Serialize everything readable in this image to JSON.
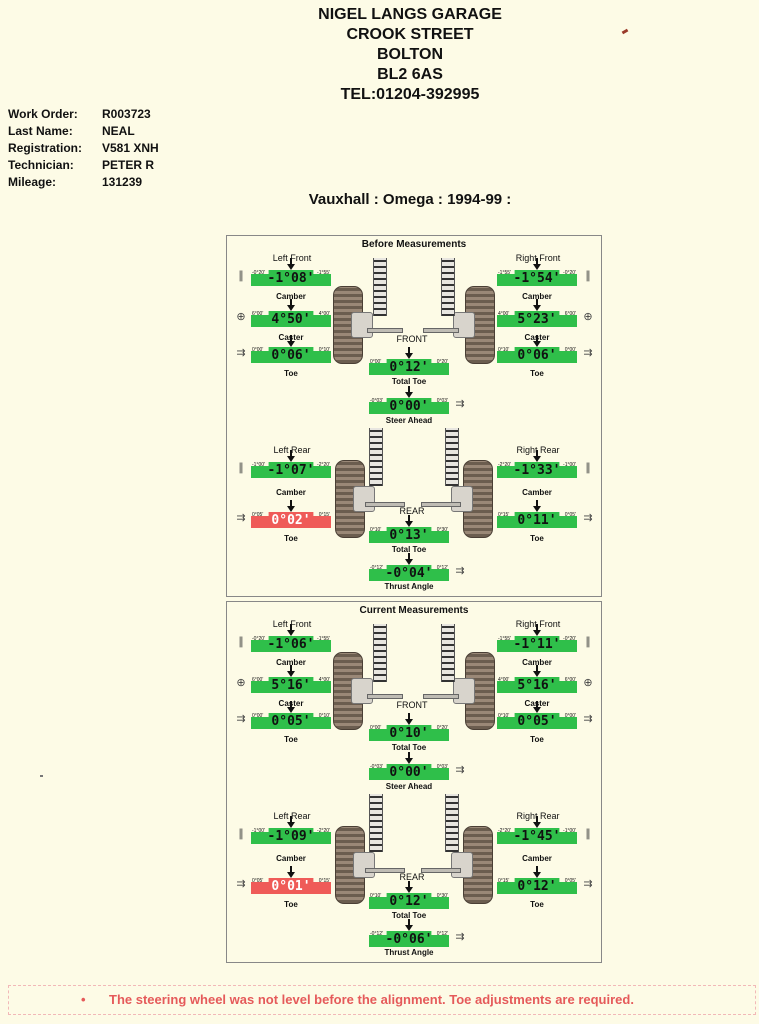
{
  "header": {
    "lines": [
      "NIGEL LANGS GARAGE",
      "CROOK STREET",
      "BOLTON",
      "BL2 6AS",
      "TEL:01204-392995"
    ]
  },
  "work_order": [
    {
      "label": "Work Order:",
      "value": "R003723"
    },
    {
      "label": "Last Name:",
      "value": "NEAL"
    },
    {
      "label": "Registration:",
      "value": "V581 XNH"
    },
    {
      "label": "Technician:",
      "value": "PETER R"
    },
    {
      "label": "Mileage:",
      "value": "131239"
    }
  ],
  "vehicle": "Vauxhall : Omega : 1994-99 :",
  "panels": [
    {
      "title": "Before Measurements",
      "labels": {
        "left_front": "Left Front",
        "right_front": "Right Front",
        "left_rear": "Left Rear",
        "right_rear": "Right Rear",
        "front": "FRONT",
        "rear": "REAR"
      },
      "lf_camber": {
        "value": "-1°08'",
        "min": "-0°20'",
        "max": "-1°55'",
        "caption": "Camber",
        "status": "ok"
      },
      "lf_caster": {
        "value": "4°50'",
        "min": "6°00'",
        "max": "4°00'",
        "caption": "Caster",
        "status": "ok"
      },
      "lf_toe": {
        "value": "0°06'",
        "min": "0°00'",
        "max": "0°10'",
        "caption": "Toe",
        "status": "ok"
      },
      "rf_camber": {
        "value": "-1°54'",
        "min": "-1°55'",
        "max": "-0°20'",
        "caption": "Camber",
        "status": "ok"
      },
      "rf_caster": {
        "value": "5°23'",
        "min": "4°00'",
        "max": "6°00'",
        "caption": "Caster",
        "status": "ok"
      },
      "rf_toe": {
        "value": "0°06'",
        "min": "0°10'",
        "max": "0°00'",
        "caption": "Toe",
        "status": "ok"
      },
      "total_toe_front": {
        "value": "0°12'",
        "min": "0°00'",
        "max": "0°20'",
        "caption": "Total Toe",
        "status": "ok"
      },
      "steer_ahead": {
        "value": "0°00'",
        "min": "-0°03'",
        "max": "0°03'",
        "caption": "Steer Ahead",
        "status": "ok"
      },
      "lr_camber": {
        "value": "-1°07'",
        "min": "-1°00'",
        "max": "-2°20'",
        "caption": "Camber",
        "status": "ok"
      },
      "lr_toe": {
        "value": "0°02'",
        "min": "0°05'",
        "max": "0°15'",
        "caption": "Toe",
        "status": "out"
      },
      "rr_camber": {
        "value": "-1°33'",
        "min": "-2°20'",
        "max": "-1°00'",
        "caption": "Camber",
        "status": "ok"
      },
      "rr_toe": {
        "value": "0°11'",
        "min": "0°15'",
        "max": "0°05'",
        "caption": "Toe",
        "status": "ok"
      },
      "total_toe_rear": {
        "value": "0°13'",
        "min": "0°10'",
        "max": "0°30'",
        "caption": "Total Toe",
        "status": "ok"
      },
      "thrust_angle": {
        "value": "-0°04'",
        "min": "-0°12'",
        "max": "0°12'",
        "caption": "Thrust Angle",
        "status": "ok"
      }
    },
    {
      "title": "Current Measurements",
      "labels": {
        "left_front": "Left Front",
        "right_front": "Right Front",
        "left_rear": "Left Rear",
        "right_rear": "Right Rear",
        "front": "FRONT",
        "rear": "REAR"
      },
      "lf_camber": {
        "value": "-1°06'",
        "min": "-0°20'",
        "max": "-1°55'",
        "caption": "Camber",
        "status": "ok"
      },
      "lf_caster": {
        "value": "5°16'",
        "min": "6°00'",
        "max": "4°00'",
        "caption": "Caster",
        "status": "ok"
      },
      "lf_toe": {
        "value": "0°05'",
        "min": "0°00'",
        "max": "0°10'",
        "caption": "Toe",
        "status": "ok"
      },
      "rf_camber": {
        "value": "-1°11'",
        "min": "-1°55'",
        "max": "-0°20'",
        "caption": "Camber",
        "status": "ok"
      },
      "rf_caster": {
        "value": "5°16'",
        "min": "4°00'",
        "max": "6°00'",
        "caption": "Caster",
        "status": "ok"
      },
      "rf_toe": {
        "value": "0°05'",
        "min": "0°10'",
        "max": "0°00'",
        "caption": "Toe",
        "status": "ok"
      },
      "total_toe_front": {
        "value": "0°10'",
        "min": "0°00'",
        "max": "0°20'",
        "caption": "Total Toe",
        "status": "ok"
      },
      "steer_ahead": {
        "value": "0°00'",
        "min": "-0°03'",
        "max": "0°03'",
        "caption": "Steer Ahead",
        "status": "ok"
      },
      "lr_camber": {
        "value": "-1°09'",
        "min": "-1°00'",
        "max": "-2°20'",
        "caption": "Camber",
        "status": "ok"
      },
      "lr_toe": {
        "value": "0°01'",
        "min": "0°05'",
        "max": "0°15'",
        "caption": "Toe",
        "status": "out"
      },
      "rr_camber": {
        "value": "-1°45'",
        "min": "-2°20'",
        "max": "-1°00'",
        "caption": "Camber",
        "status": "ok"
      },
      "rr_toe": {
        "value": "0°12'",
        "min": "0°15'",
        "max": "0°05'",
        "caption": "Toe",
        "status": "ok"
      },
      "total_toe_rear": {
        "value": "0°12'",
        "min": "0°10'",
        "max": "0°30'",
        "caption": "Total Toe",
        "status": "ok"
      },
      "thrust_angle": {
        "value": "-0°06'",
        "min": "-0°12'",
        "max": "0°12'",
        "caption": "Thrust Angle",
        "status": "ok"
      }
    }
  ],
  "colors": {
    "in_spec": "#2fbf4a",
    "out_of_spec": "#ef5b58",
    "note": "#e55a5a"
  },
  "footer": {
    "bullet": "•",
    "note": "The steering wheel was not level before the alignment.  Toe adjustments are required."
  }
}
